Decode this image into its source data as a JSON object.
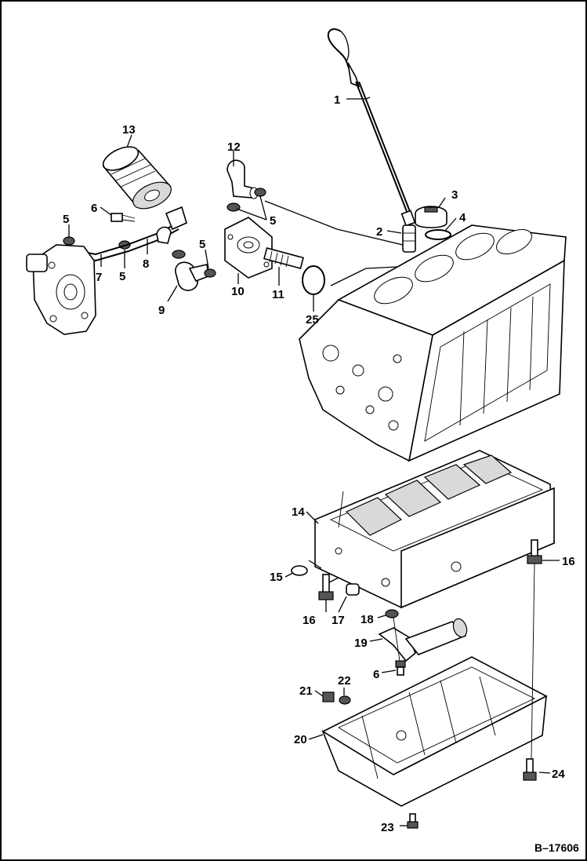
{
  "drawing_id": "B–17606",
  "callouts": {
    "c1": "1",
    "c2": "2",
    "c3": "3",
    "c4": "4",
    "c5a": "5",
    "c5b": "5",
    "c5c": "5",
    "c5d": "5",
    "c6a": "6",
    "c6b": "6",
    "c7": "7",
    "c8": "8",
    "c9": "9",
    "c10": "10",
    "c11": "11",
    "c12": "12",
    "c13": "13",
    "c14": "14",
    "c15": "15",
    "c16a": "16",
    "c16b": "16",
    "c17": "17",
    "c18": "18",
    "c19": "19",
    "c20": "20",
    "c21": "21",
    "c22": "22",
    "c23": "23",
    "c24": "24",
    "c25": "25"
  }
}
